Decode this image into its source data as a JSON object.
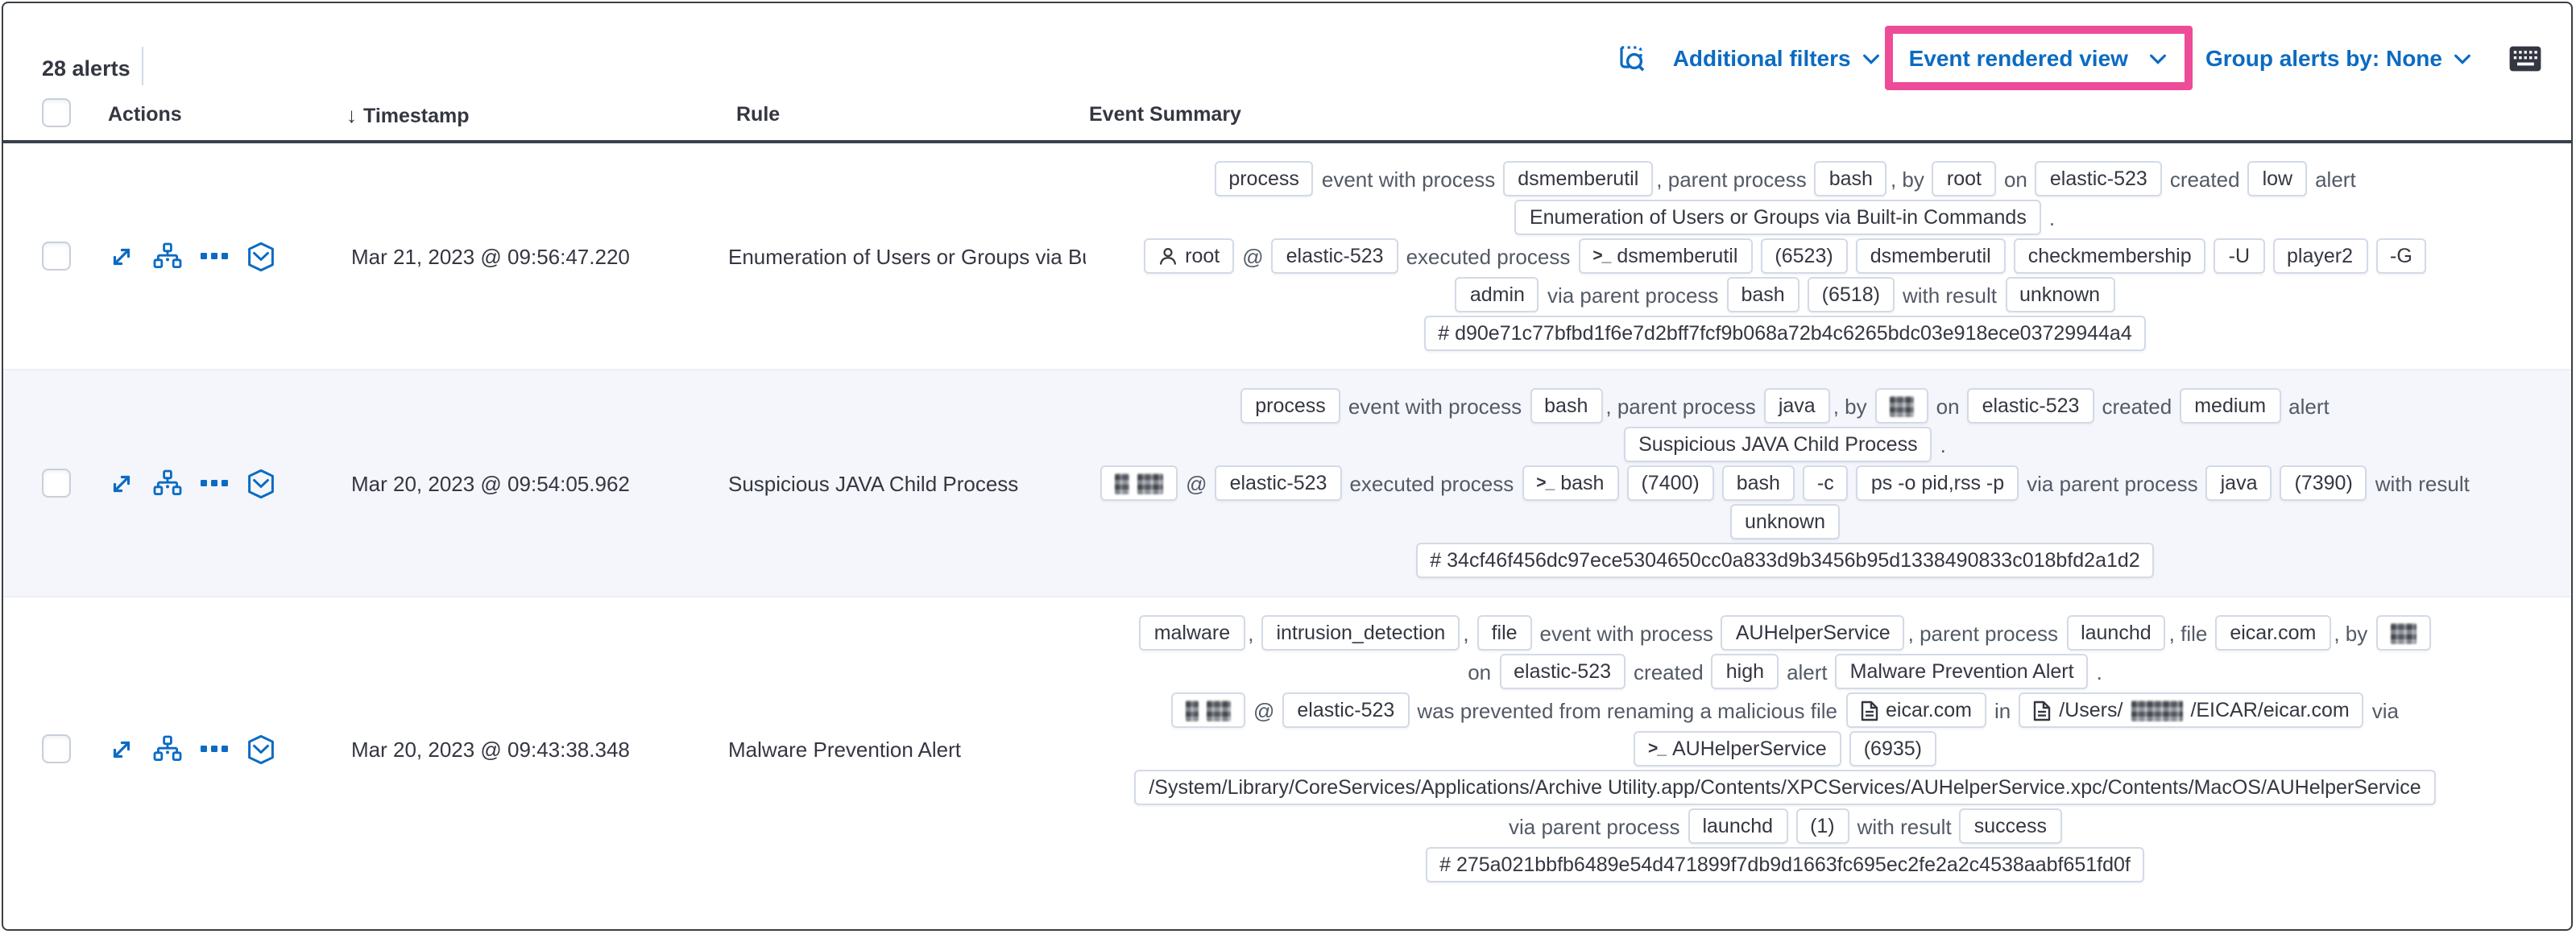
{
  "toolbar": {
    "alert_count": "28 alerts",
    "additional_filters_label": "Additional filters",
    "view_selector_label": "Event rendered view",
    "group_alerts_label": "Group alerts by: None",
    "accent_link_color": "#0b6bc2",
    "highlight_color": "#ee4b98",
    "icons": [
      "inspect-icon",
      "chevron-down-icon",
      "keyboard-shortcuts-icon"
    ]
  },
  "table": {
    "headers": {
      "actions": "Actions",
      "timestamp": "Timestamp",
      "sort_descending_glyph": "↓",
      "rule": "Rule",
      "event_summary": "Event Summary"
    },
    "action_icons": [
      "expand-alert-icon",
      "analyze-event-icon",
      "more-actions-icon",
      "session-view-icon"
    ],
    "rows": [
      {
        "timestamp": "Mar 21, 2023 @ 09:56:47.220",
        "rule": "Enumeration of Users or Groups via Bui",
        "striped": false,
        "lines": [
          [
            {
              "badge": [
                "process"
              ]
            },
            {
              "text": "event with process"
            },
            {
              "badge": [
                "dsmemberutil"
              ]
            },
            {
              "text": ", parent process"
            },
            {
              "badge": [
                "bash"
              ]
            },
            {
              "text": ", by"
            },
            {
              "badge": [
                "root"
              ]
            },
            {
              "text": "on"
            },
            {
              "badge": [
                "elastic-523"
              ]
            },
            {
              "text": "created"
            },
            {
              "badge": [
                "low"
              ]
            },
            {
              "text": "alert"
            }
          ],
          [
            {
              "badge": [
                "Enumeration of Users or Groups via Built-in Commands"
              ]
            },
            {
              "text": "."
            }
          ],
          [
            {
              "badge": [
                "root"
              ],
              "icon": "user"
            },
            {
              "text": "@"
            },
            {
              "badge": [
                "elastic-523"
              ]
            },
            {
              "text": "executed process"
            },
            {
              "badge": [
                "dsmemberutil"
              ],
              "icon": "terminal"
            },
            {
              "badge": [
                "(6523)"
              ]
            },
            {
              "badge": [
                "dsmemberutil"
              ]
            },
            {
              "badge": [
                "checkmembership"
              ]
            },
            {
              "badge": [
                "-U"
              ]
            },
            {
              "badge": [
                "player2"
              ]
            },
            {
              "badge": [
                "-G"
              ]
            }
          ],
          [
            {
              "badge": [
                "admin"
              ]
            },
            {
              "text": "via parent process"
            },
            {
              "badge": [
                "bash"
              ]
            },
            {
              "badge": [
                "(6518)"
              ]
            },
            {
              "text": "with result"
            },
            {
              "badge": [
                "unknown"
              ]
            }
          ],
          [
            {
              "badge": [
                "# d90e71c77bfbd1f6e7d2bff7fcf9b068a72b4c6265bdc03e918ece03729944a4"
              ]
            }
          ]
        ]
      },
      {
        "timestamp": "Mar 20, 2023 @ 09:54:05.962",
        "rule": "Suspicious JAVA Child Process",
        "striped": true,
        "lines": [
          [
            {
              "badge": [
                "process"
              ]
            },
            {
              "text": "event with process"
            },
            {
              "badge": [
                "bash"
              ]
            },
            {
              "text": ", parent process"
            },
            {
              "badge": [
                "java"
              ]
            },
            {
              "text": ", by"
            },
            {
              "badge": [
                {
                  "blur": 15
                }
              ]
            },
            {
              "text": "on"
            },
            {
              "badge": [
                "elastic-523"
              ]
            },
            {
              "text": "created"
            },
            {
              "badge": [
                "medium"
              ]
            },
            {
              "text": "alert"
            }
          ],
          [
            {
              "badge": [
                "Suspicious JAVA Child Process"
              ]
            },
            {
              "text": "."
            }
          ],
          [
            {
              "badge": [
                {
                  "blur": 9
                },
                " ",
                {
                  "blur": 16
                }
              ]
            },
            {
              "text": "@"
            },
            {
              "badge": [
                "elastic-523"
              ]
            },
            {
              "text": "executed process"
            },
            {
              "badge": [
                "bash"
              ],
              "icon": "terminal"
            },
            {
              "badge": [
                "(7400)"
              ]
            },
            {
              "badge": [
                "bash"
              ]
            },
            {
              "badge": [
                "-c"
              ]
            },
            {
              "badge": [
                "ps -o pid,rss -p"
              ]
            },
            {
              "text": "via parent process"
            },
            {
              "badge": [
                "java"
              ]
            },
            {
              "badge": [
                "(7390)"
              ]
            },
            {
              "text": "with result"
            }
          ],
          [
            {
              "badge": [
                "unknown"
              ]
            }
          ],
          [
            {
              "badge": [
                "# 34cf46f456dc97ece5304650cc0a833d9b3456b95d1338490833c018bfd2a1d2"
              ]
            }
          ]
        ]
      },
      {
        "timestamp": "Mar 20, 2023 @ 09:43:38.348",
        "rule": "Malware Prevention Alert",
        "striped": false,
        "lines": [
          [
            {
              "badge": [
                "malware"
              ]
            },
            {
              "text": ","
            },
            {
              "badge": [
                "intrusion_detection"
              ]
            },
            {
              "text": ","
            },
            {
              "badge": [
                "file"
              ]
            },
            {
              "text": "event with process"
            },
            {
              "badge": [
                "AUHelperService"
              ]
            },
            {
              "text": ", parent process"
            },
            {
              "badge": [
                "launchd"
              ]
            },
            {
              "text": ", file"
            },
            {
              "badge": [
                "eicar.com"
              ]
            },
            {
              "text": ", by"
            },
            {
              "badge": [
                {
                  "blur": 16
                }
              ]
            }
          ],
          [
            {
              "text": "on"
            },
            {
              "badge": [
                "elastic-523"
              ]
            },
            {
              "text": "created"
            },
            {
              "badge": [
                "high"
              ]
            },
            {
              "text": "alert"
            },
            {
              "badge": [
                "Malware Prevention Alert"
              ]
            },
            {
              "text": "."
            }
          ],
          [
            {
              "badge": [
                {
                  "blur": 8
                },
                " ",
                {
                  "blur": 15
                }
              ]
            },
            {
              "text": "@"
            },
            {
              "badge": [
                "elastic-523"
              ]
            },
            {
              "text": "was prevented from renaming a malicious file"
            },
            {
              "badge": [
                "eicar.com"
              ],
              "icon": "document"
            },
            {
              "text": "in"
            },
            {
              "badge": [
                "/Users/",
                {
                  "blur": 32
                },
                "/EICAR/eicar.com"
              ],
              "icon": "document"
            },
            {
              "text": "via"
            }
          ],
          [
            {
              "badge": [
                "AUHelperService"
              ],
              "icon": "terminal"
            },
            {
              "badge": [
                "(6935)"
              ]
            }
          ],
          [
            {
              "badge": [
                "/System/Library/CoreServices/Applications/Archive Utility.app/Contents/XPCServices/AUHelperService.xpc/Contents/MacOS/AUHelperService"
              ]
            }
          ],
          [
            {
              "text": "via parent process"
            },
            {
              "badge": [
                "launchd"
              ]
            },
            {
              "badge": [
                "(1)"
              ]
            },
            {
              "text": "with result"
            },
            {
              "badge": [
                "success"
              ]
            }
          ],
          [
            {
              "badge": [
                "# 275a021bbfb6489e54d471899f7db9d1663fc695ec2fe2a2c4538aabf651fd0f"
              ]
            }
          ]
        ]
      }
    ]
  }
}
